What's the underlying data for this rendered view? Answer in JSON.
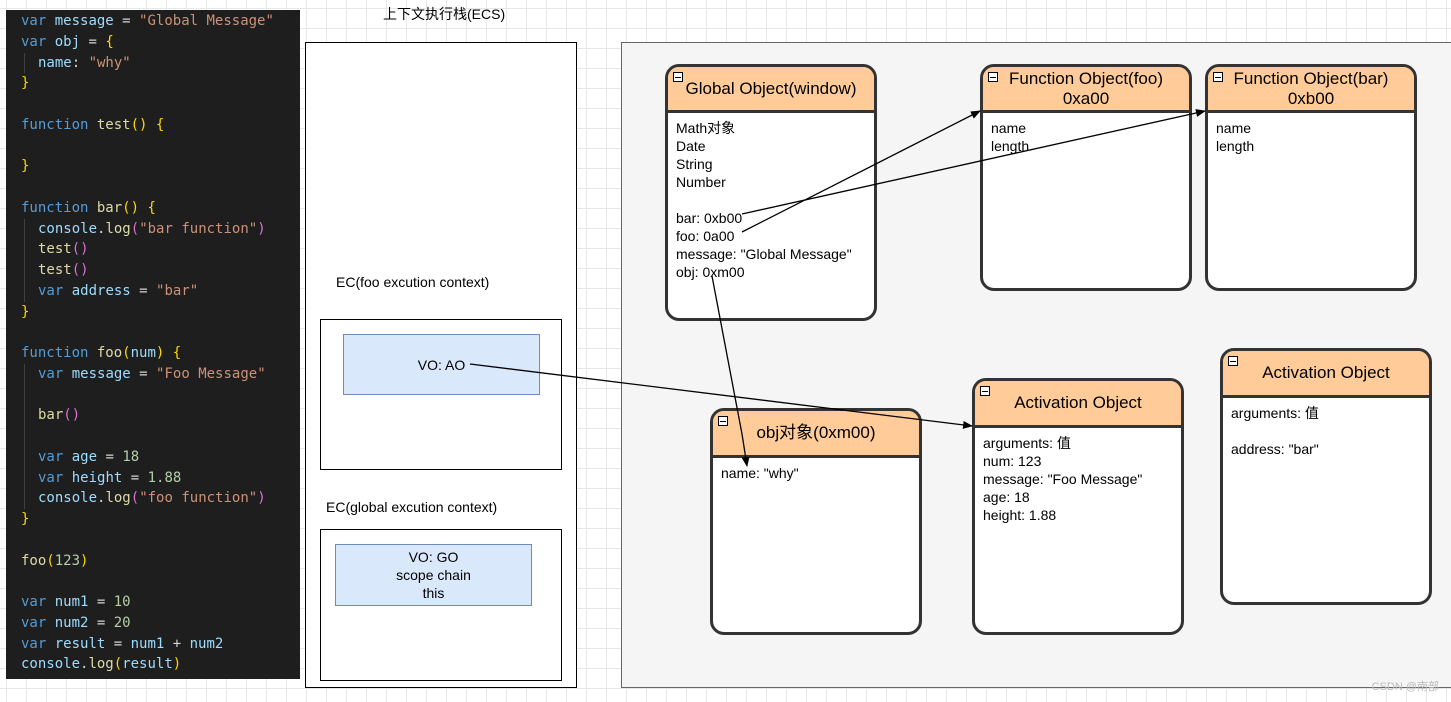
{
  "code_lines": [
    {
      "indent": false,
      "tokens": [
        [
          "kw",
          "var"
        ],
        [
          "op",
          " "
        ],
        [
          "vr",
          "message"
        ],
        [
          "op",
          " = "
        ],
        [
          "st",
          "\"Global Message\""
        ]
      ]
    },
    {
      "indent": false,
      "tokens": [
        [
          "kw",
          "var"
        ],
        [
          "op",
          " "
        ],
        [
          "vr",
          "obj"
        ],
        [
          "op",
          " = "
        ],
        [
          "br",
          "{"
        ]
      ]
    },
    {
      "indent": true,
      "tokens": [
        [
          "vr",
          "name"
        ],
        [
          "op",
          ": "
        ],
        [
          "st",
          "\"why\""
        ]
      ]
    },
    {
      "indent": false,
      "tokens": [
        [
          "br",
          "}"
        ]
      ]
    },
    {
      "indent": false,
      "tokens": []
    },
    {
      "indent": false,
      "tokens": [
        [
          "kf",
          "function"
        ],
        [
          "op",
          " "
        ],
        [
          "fn",
          "test"
        ],
        [
          "br",
          "()"
        ],
        [
          "op",
          " "
        ],
        [
          "br",
          "{"
        ]
      ]
    },
    {
      "indent": false,
      "tokens": []
    },
    {
      "indent": false,
      "tokens": [
        [
          "br",
          "}"
        ]
      ]
    },
    {
      "indent": false,
      "tokens": []
    },
    {
      "indent": false,
      "tokens": [
        [
          "kf",
          "function"
        ],
        [
          "op",
          " "
        ],
        [
          "fn",
          "bar"
        ],
        [
          "br",
          "()"
        ],
        [
          "op",
          " "
        ],
        [
          "br",
          "{"
        ]
      ]
    },
    {
      "indent": true,
      "tokens": [
        [
          "vr",
          "console"
        ],
        [
          "op",
          "."
        ],
        [
          "fn",
          "log"
        ],
        [
          "br2",
          "("
        ],
        [
          "st",
          "\"bar function\""
        ],
        [
          "br2",
          ")"
        ]
      ]
    },
    {
      "indent": true,
      "tokens": [
        [
          "fn",
          "test"
        ],
        [
          "br2",
          "()"
        ]
      ]
    },
    {
      "indent": true,
      "tokens": [
        [
          "fn",
          "test"
        ],
        [
          "br2",
          "()"
        ]
      ]
    },
    {
      "indent": true,
      "tokens": [
        [
          "kw",
          "var"
        ],
        [
          "op",
          " "
        ],
        [
          "vr",
          "address"
        ],
        [
          "op",
          " = "
        ],
        [
          "st",
          "\"bar\""
        ]
      ]
    },
    {
      "indent": false,
      "tokens": [
        [
          "br",
          "}"
        ]
      ]
    },
    {
      "indent": false,
      "tokens": []
    },
    {
      "indent": false,
      "tokens": [
        [
          "kf",
          "function"
        ],
        [
          "op",
          " "
        ],
        [
          "fn",
          "foo"
        ],
        [
          "br",
          "("
        ],
        [
          "vr",
          "num"
        ],
        [
          "br",
          ")"
        ],
        [
          "op",
          " "
        ],
        [
          "br",
          "{"
        ]
      ]
    },
    {
      "indent": true,
      "tokens": [
        [
          "kw",
          "var"
        ],
        [
          "op",
          " "
        ],
        [
          "vr",
          "message"
        ],
        [
          "op",
          " = "
        ],
        [
          "st",
          "\"Foo Message\""
        ]
      ]
    },
    {
      "indent": true,
      "tokens": []
    },
    {
      "indent": true,
      "tokens": [
        [
          "fn",
          "bar"
        ],
        [
          "br2",
          "()"
        ]
      ]
    },
    {
      "indent": true,
      "tokens": []
    },
    {
      "indent": true,
      "tokens": [
        [
          "kw",
          "var"
        ],
        [
          "op",
          " "
        ],
        [
          "vr",
          "age"
        ],
        [
          "op",
          " = "
        ],
        [
          "nu",
          "18"
        ]
      ]
    },
    {
      "indent": true,
      "tokens": [
        [
          "kw",
          "var"
        ],
        [
          "op",
          " "
        ],
        [
          "vr",
          "height"
        ],
        [
          "op",
          " = "
        ],
        [
          "nu",
          "1.88"
        ]
      ]
    },
    {
      "indent": true,
      "tokens": [
        [
          "vr",
          "console"
        ],
        [
          "op",
          "."
        ],
        [
          "fn",
          "log"
        ],
        [
          "br2",
          "("
        ],
        [
          "st",
          "\"foo function\""
        ],
        [
          "br2",
          ")"
        ]
      ]
    },
    {
      "indent": false,
      "tokens": [
        [
          "br",
          "}"
        ]
      ]
    },
    {
      "indent": false,
      "tokens": []
    },
    {
      "indent": false,
      "tokens": [
        [
          "fn",
          "foo"
        ],
        [
          "br",
          "("
        ],
        [
          "nu",
          "123"
        ],
        [
          "br",
          ")"
        ]
      ]
    },
    {
      "indent": false,
      "tokens": []
    },
    {
      "indent": false,
      "tokens": [
        [
          "kw",
          "var"
        ],
        [
          "op",
          " "
        ],
        [
          "vr",
          "num1"
        ],
        [
          "op",
          " = "
        ],
        [
          "nu",
          "10"
        ]
      ]
    },
    {
      "indent": false,
      "tokens": [
        [
          "kw",
          "var"
        ],
        [
          "op",
          " "
        ],
        [
          "vr",
          "num2"
        ],
        [
          "op",
          " = "
        ],
        [
          "nu",
          "20"
        ]
      ]
    },
    {
      "indent": false,
      "tokens": [
        [
          "kw",
          "var"
        ],
        [
          "op",
          " "
        ],
        [
          "vr",
          "result"
        ],
        [
          "op",
          " = "
        ],
        [
          "vr",
          "num1"
        ],
        [
          "op",
          " + "
        ],
        [
          "vr",
          "num2"
        ]
      ]
    },
    {
      "indent": false,
      "tokens": [
        [
          "vr",
          "console"
        ],
        [
          "op",
          "."
        ],
        [
          "fn",
          "log"
        ],
        [
          "br",
          "("
        ],
        [
          "vr",
          "result"
        ],
        [
          "br",
          ")"
        ]
      ]
    }
  ],
  "ecs": {
    "title": "上下文执行栈(ECS)",
    "foo_ec": {
      "label": "EC(foo excution context)",
      "vo": "VO: AO"
    },
    "global_ec": {
      "label": "EC(global excution context)",
      "vo_lines": [
        "VO: GO",
        "scope chain",
        "this"
      ]
    }
  },
  "global_object": {
    "title": "Global Object(window)",
    "lines": [
      "Math对象",
      "Date",
      "String",
      "Number",
      "",
      "bar: 0xb00",
      "foo: 0a00",
      "message: \"Global Message\"",
      "obj: 0xm00"
    ]
  },
  "func_foo": {
    "title": "Function Object(foo)",
    "addr": "0xa00",
    "lines": [
      "name",
      "length"
    ]
  },
  "func_bar": {
    "title": "Function Object(bar)",
    "addr": "0xb00",
    "lines": [
      "name",
      "length"
    ]
  },
  "obj_object": {
    "title": "obj对象(0xm00)",
    "lines": [
      "name: \"why\""
    ]
  },
  "ao_foo": {
    "title": "Activation Object",
    "lines": [
      "arguments: 值",
      "num: 123",
      "message: \"Foo Message\"",
      "age: 18",
      "height: 1.88"
    ]
  },
  "ao_bar": {
    "title": "Activation Object",
    "lines": [
      "arguments: 值",
      "",
      "address: \"bar\""
    ]
  },
  "watermark": "CSDN @南部",
  "colors": {
    "object_header": "#ffcc99",
    "vo_box": "#dae8fc",
    "vo_border": "#6c8ebf",
    "panel": "#f5f5f5",
    "editor_bg": "#1e1e1e"
  }
}
